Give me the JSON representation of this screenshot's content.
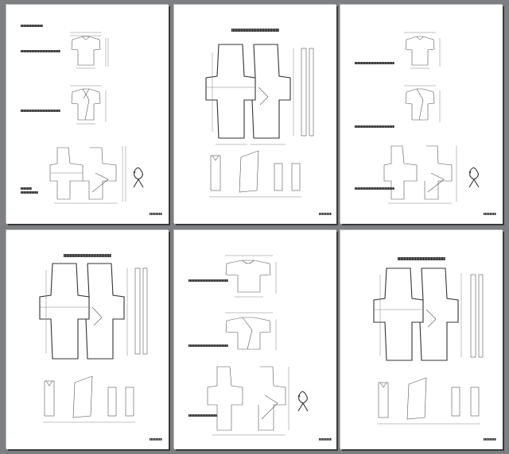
{
  "viewer": {
    "background_color": "#7d7f82",
    "page_color": "#ffffff",
    "page_count": 6
  },
  "pages": [
    {
      "id": "page-1",
      "labels": [
        "",
        "",
        "",
        "",
        ""
      ],
      "page_number": ""
    },
    {
      "id": "page-2",
      "labels": [
        ""
      ],
      "page_number": ""
    },
    {
      "id": "page-3",
      "labels": [
        "",
        "",
        ""
      ],
      "page_number": ""
    },
    {
      "id": "page-4",
      "labels": [
        ""
      ],
      "page_number": ""
    },
    {
      "id": "page-5",
      "labels": [
        "",
        "",
        ""
      ],
      "page_number": ""
    },
    {
      "id": "page-6",
      "labels": [
        ""
      ],
      "page_number": ""
    }
  ]
}
